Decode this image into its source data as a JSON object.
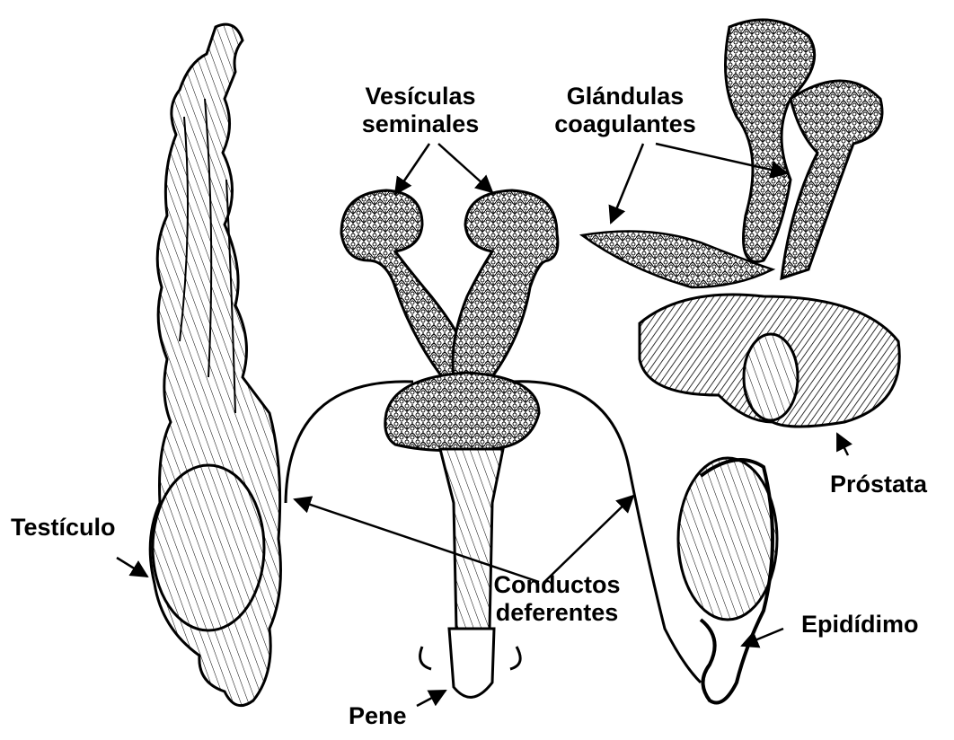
{
  "labels": {
    "vesiculas_line1": "Vesículas",
    "vesiculas_line2": "seminales",
    "glandulas_line1": "Glándulas",
    "glandulas_line2": "coagulantes",
    "prostata": "Próstata",
    "testiculo": "Testículo",
    "conductos_line1": "Conductos",
    "conductos_line2": "deferentes",
    "epididimo": "Epidídimo",
    "pene": "Pene"
  },
  "colors": {
    "ink": "#000000",
    "paper": "#ffffff"
  }
}
